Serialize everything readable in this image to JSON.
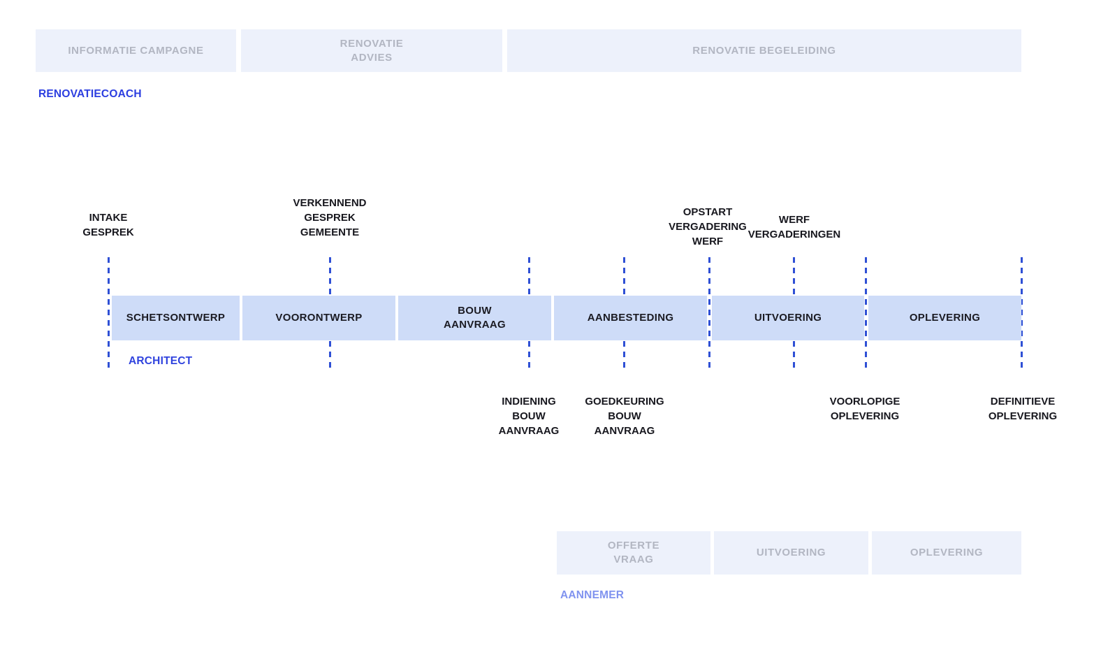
{
  "colors": {
    "lane_box_bg": "#edf1fb",
    "lane_box_text": "#b2b6c2",
    "phase_box_bg": "#cedcf8",
    "phase_box_text": "#1b1b23",
    "milestone_text": "#17171e",
    "dashed_line_blue": "#2f50d5",
    "role_blue_strong": "#2c3ee0",
    "role_blue_light": "#8093ef",
    "background": "#ffffff"
  },
  "lanes": {
    "renovatiecoach": {
      "role": "RENOVATIECOACH",
      "phases": [
        "INFORMATIE CAMPAGNE",
        "RENOVATIE\nADVIES",
        "RENOVATIE BEGELEIDING"
      ]
    },
    "architect": {
      "role": "ARCHITECT",
      "phases": [
        "SCHETSONTWERP",
        "VOORONTWERP",
        "BOUW\nAANVRAAG",
        "AANBESTEDING",
        "UITVOERING",
        "OPLEVERING"
      ]
    },
    "aannemer": {
      "role": "AANNEMER",
      "phases": [
        "OFFERTE\nVRAAG",
        "UITVOERING",
        "OPLEVERING"
      ]
    }
  },
  "milestones": {
    "above_timeline": [
      "INTAKE\nGESPREK",
      "VERKENNEND\nGESPREK\nGEMEENTE",
      "OPSTART\nVERGADERING\nWERF",
      "WERF\nVERGADERINGEN"
    ],
    "below_timeline": [
      "INDIENING\nBOUW\nAANVRAAG",
      "GOEDKEURING\nBOUW\nAANVRAAG",
      "VOORLOPIGE\nOPLEVERING",
      "DEFINITIEVE\nOPLEVERING"
    ]
  }
}
